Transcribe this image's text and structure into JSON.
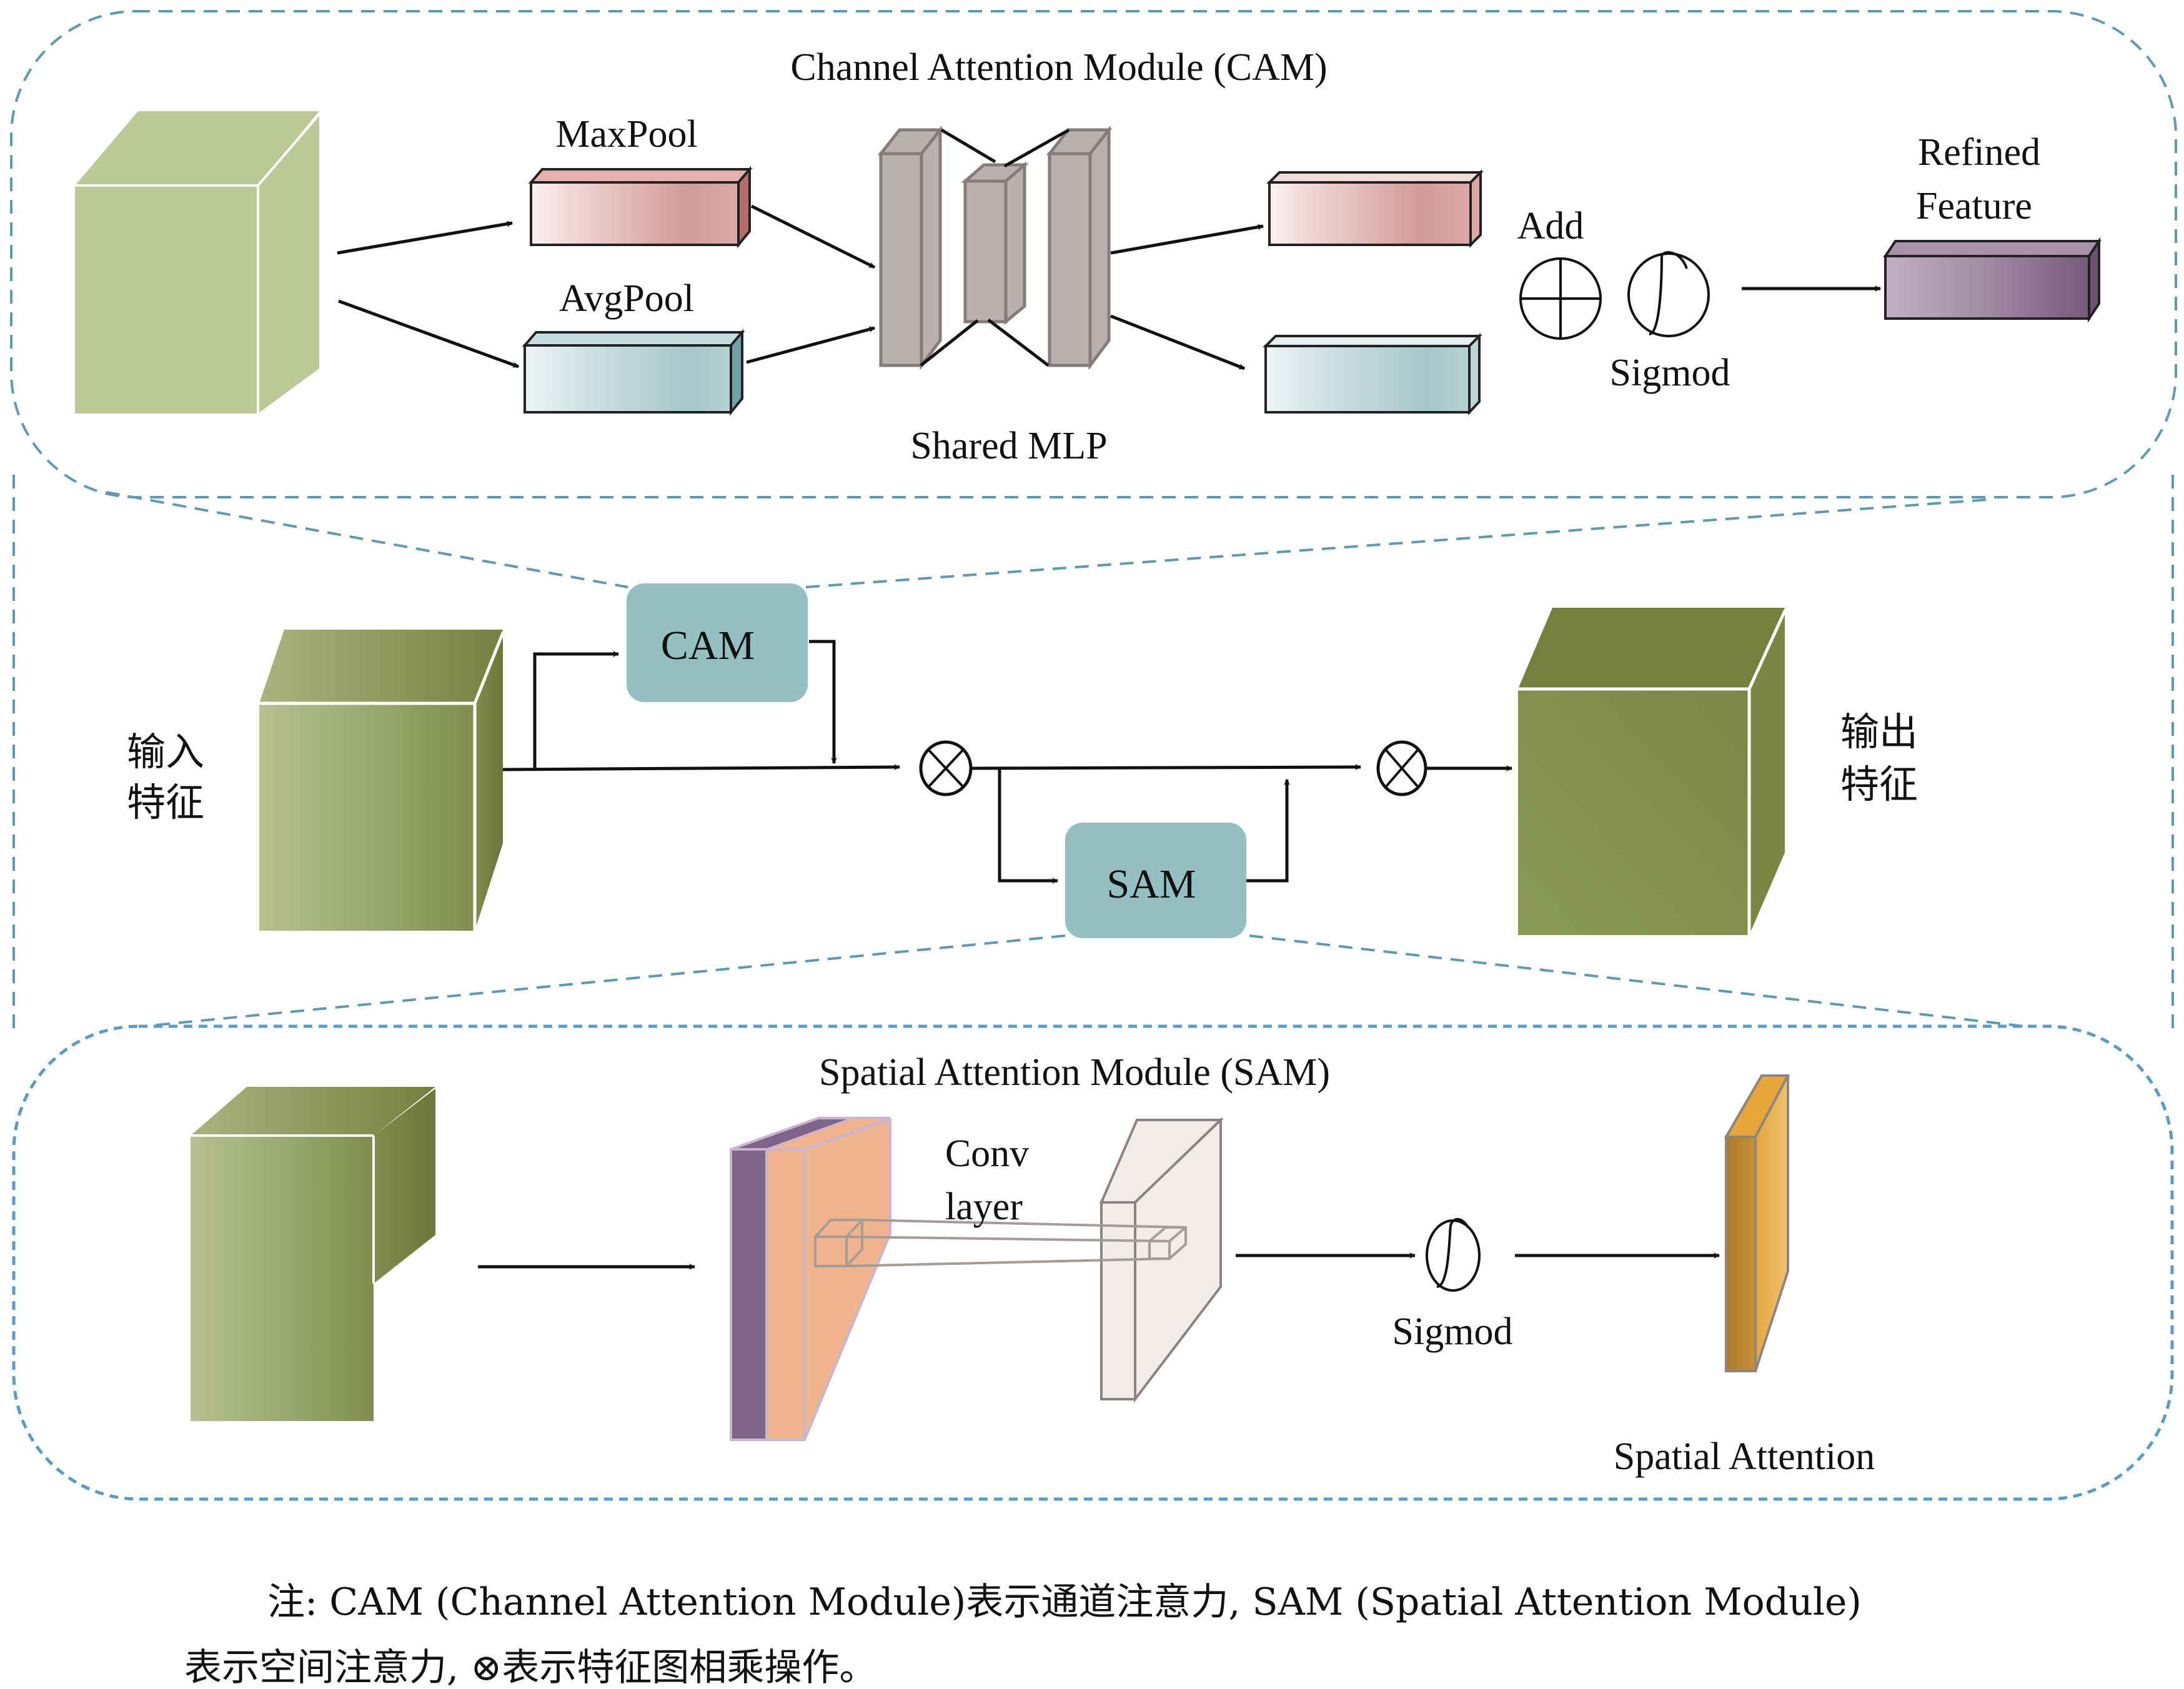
{
  "cam_module": {
    "title": "Channel Attention Module (CAM)",
    "maxpool_label": "MaxPool",
    "avgpool_label": "AvgPool",
    "shared_mlp_label": "Shared MLP",
    "add_label": "Add",
    "sigmoid_label": "Sigmod",
    "refined_label_line1": "Refined",
    "refined_label_line2": "Feature"
  },
  "main_flow": {
    "input_label_line1": "输入",
    "input_label_line2": "特征",
    "cam_block_label": "CAM",
    "sam_block_label": "SAM",
    "output_label_line1": "输出",
    "output_label_line2": "特征"
  },
  "sam_module": {
    "title": "Spatial Attention Module (SAM)",
    "conv_label_line1": "Conv",
    "conv_label_line2": "layer",
    "sigmoid_label": "Sigmod",
    "output_label": "Spatial Attention"
  },
  "caption": {
    "line1": "注: CAM (Channel Attention Module)表示通道注意力, SAM (Spatial Attention Module)",
    "line2": "表示空间注意力, ⊗表示特征图相乘操作。"
  },
  "colors": {
    "dashed_border": "#5f9ab0",
    "block_teal": "#94bfc3",
    "cube_light_green": "#bcc896",
    "cube_dark_green": "#6f7a3c",
    "maxpool_red": "#d39c98",
    "avgpool_teal": "#a6c8cb",
    "refined_purple": "#7a5b7e",
    "mlp_gray": "#bab0ad",
    "spatial_orange": "#e6a63a",
    "feature_purple": "#7e6489",
    "feature_peach": "#f0b48c"
  }
}
